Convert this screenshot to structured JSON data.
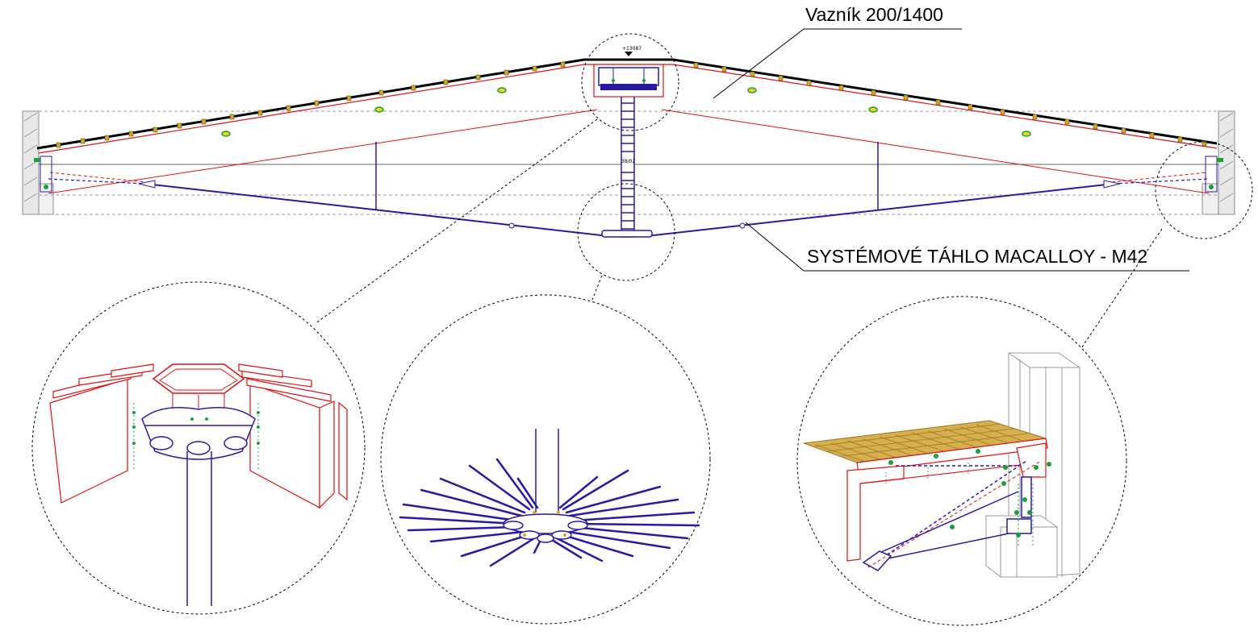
{
  "labels": {
    "truss": "Vazník 200/1400",
    "tie_rod": "SYSTÉMOVÉ TÁHLO MACALLOY - M42",
    "apex_level": "+13087",
    "mid_level": "38/02"
  },
  "colors": {
    "steel_structure": "#e01010",
    "tie_rods": "#2a1aa0",
    "fasteners": "#1aa03a",
    "grating": "#c8a030",
    "walls": "#9a9a9a",
    "roof_edge": "#000000"
  }
}
